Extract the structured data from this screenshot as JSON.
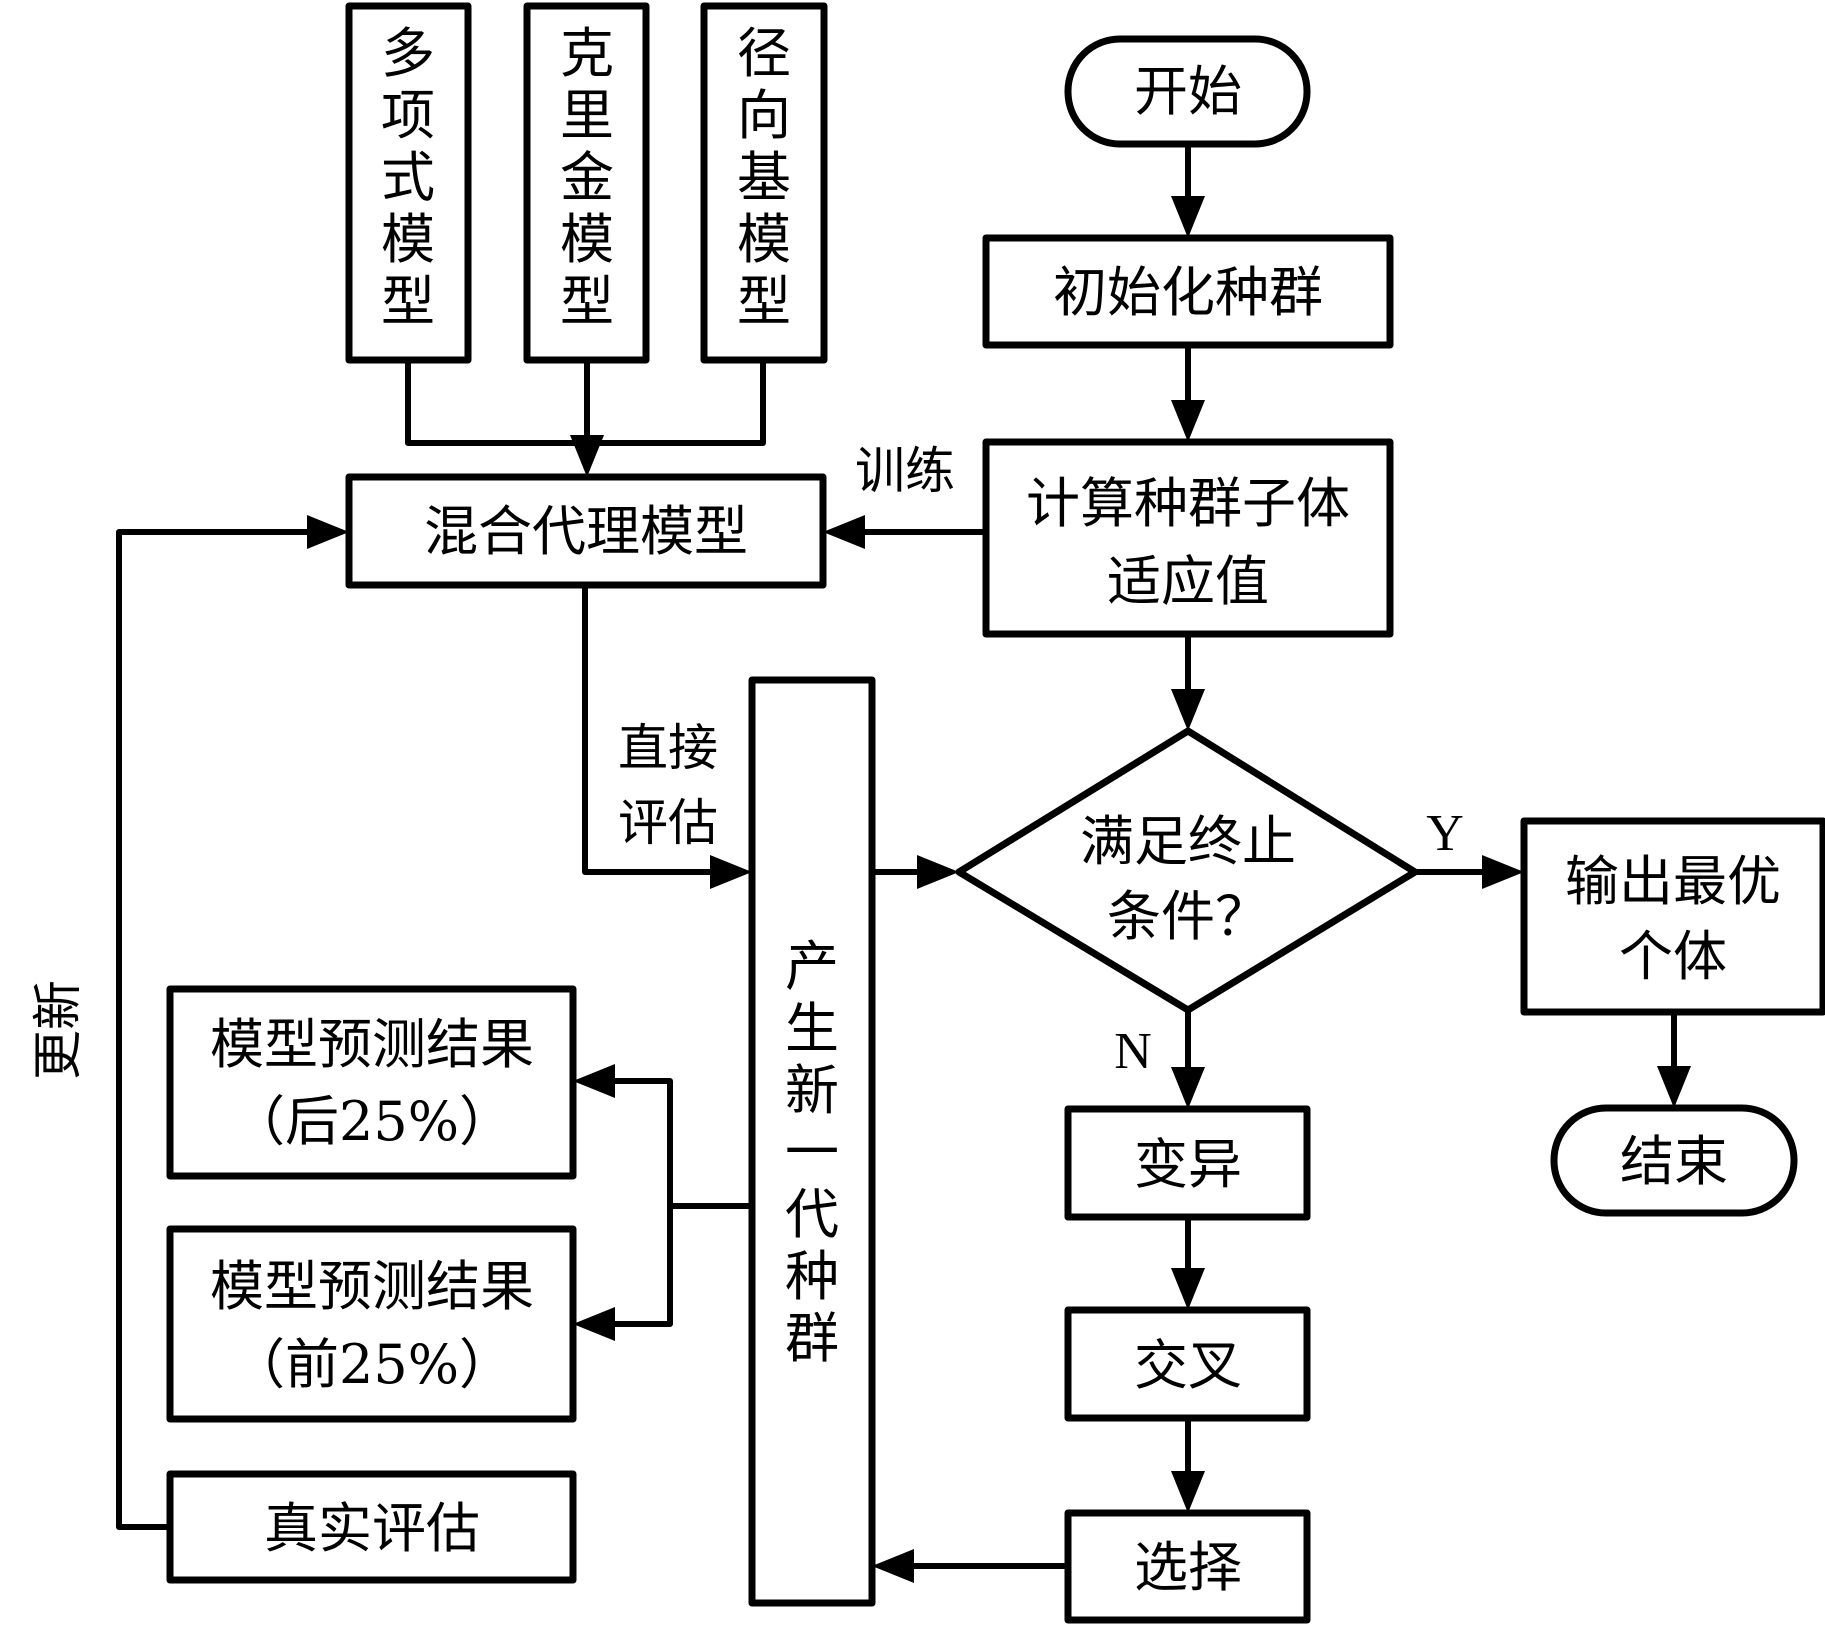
{
  "diagram": {
    "type": "flowchart",
    "nodes": {
      "poly_model": "多项式模型",
      "kriging_model": "克里金模型",
      "rbf_model": "径向基模型",
      "hybrid_model": "混合代理模型",
      "start": "开始",
      "init_population": "初始化种群",
      "compute_fitness": [
        "计算种群子体",
        "适应值"
      ],
      "new_generation": "产生新一代种群",
      "terminate_check": [
        "满足终止",
        "条件？"
      ],
      "output_best": [
        "输出最优",
        "个体"
      ],
      "end": "结束",
      "mutation": "变异",
      "crossover": "交叉",
      "selection": "选择",
      "pred_bottom": [
        "模型预测结果",
        "（后25%）"
      ],
      "pred_top": [
        "模型预测结果",
        "（前25%）"
      ],
      "real_eval": "真实评估"
    },
    "edge_labels": {
      "train": "训练",
      "direct_eval": [
        "直接",
        "评估"
      ],
      "update": "更新",
      "yes": "Y",
      "no": "N"
    },
    "edges": [
      {
        "from": "poly_model",
        "to": "hybrid_model"
      },
      {
        "from": "kriging_model",
        "to": "hybrid_model"
      },
      {
        "from": "rbf_model",
        "to": "hybrid_model"
      },
      {
        "from": "start",
        "to": "init_population"
      },
      {
        "from": "init_population",
        "to": "compute_fitness"
      },
      {
        "from": "compute_fitness",
        "to": "hybrid_model",
        "label": "训练"
      },
      {
        "from": "compute_fitness",
        "to": "terminate_check"
      },
      {
        "from": "hybrid_model",
        "to": "new_generation",
        "label": "直接评估"
      },
      {
        "from": "new_generation",
        "to": "terminate_check"
      },
      {
        "from": "terminate_check",
        "to": "output_best",
        "label": "Y"
      },
      {
        "from": "terminate_check",
        "to": "mutation",
        "label": "N"
      },
      {
        "from": "output_best",
        "to": "end"
      },
      {
        "from": "mutation",
        "to": "crossover"
      },
      {
        "from": "crossover",
        "to": "selection"
      },
      {
        "from": "selection",
        "to": "new_generation"
      },
      {
        "from": "new_generation",
        "to": "pred_bottom"
      },
      {
        "from": "new_generation",
        "to": "pred_top"
      },
      {
        "from": "real_eval",
        "to": "hybrid_model",
        "label": "更新"
      }
    ]
  }
}
